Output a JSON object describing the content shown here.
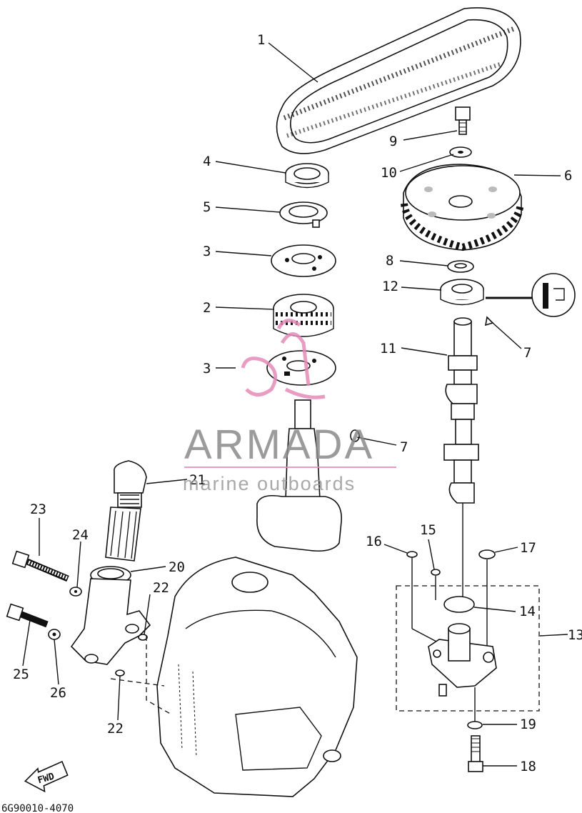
{
  "diagram_code": "6G90010-4070",
  "watermark": {
    "brand": "ARMADA",
    "tagline": "marine outboards",
    "logo_color": "#e58bb8",
    "text_color": "#8a8a8a"
  },
  "fwd_label": "FWD",
  "callouts": [
    {
      "id": "c1",
      "text": "1"
    },
    {
      "id": "c2",
      "text": "2"
    },
    {
      "id": "c3a",
      "text": "3"
    },
    {
      "id": "c3b",
      "text": "3"
    },
    {
      "id": "c4",
      "text": "4"
    },
    {
      "id": "c5",
      "text": "5"
    },
    {
      "id": "c6",
      "text": "6"
    },
    {
      "id": "c7a",
      "text": "7"
    },
    {
      "id": "c7b",
      "text": "7"
    },
    {
      "id": "c8",
      "text": "8"
    },
    {
      "id": "c9",
      "text": "9"
    },
    {
      "id": "c10",
      "text": "10"
    },
    {
      "id": "c11",
      "text": "11"
    },
    {
      "id": "c12",
      "text": "12"
    },
    {
      "id": "c13",
      "text": "13"
    },
    {
      "id": "c14",
      "text": "14"
    },
    {
      "id": "c15",
      "text": "15"
    },
    {
      "id": "c16",
      "text": "16"
    },
    {
      "id": "c17",
      "text": "17"
    },
    {
      "id": "c18",
      "text": "18"
    },
    {
      "id": "c19",
      "text": "19"
    },
    {
      "id": "c20",
      "text": "20"
    },
    {
      "id": "c21",
      "text": "21"
    },
    {
      "id": "c22a",
      "text": "22"
    },
    {
      "id": "c22b",
      "text": "22"
    },
    {
      "id": "c23",
      "text": "23"
    },
    {
      "id": "c24",
      "text": "24"
    },
    {
      "id": "c25",
      "text": "25"
    },
    {
      "id": "c26",
      "text": "26"
    }
  ]
}
